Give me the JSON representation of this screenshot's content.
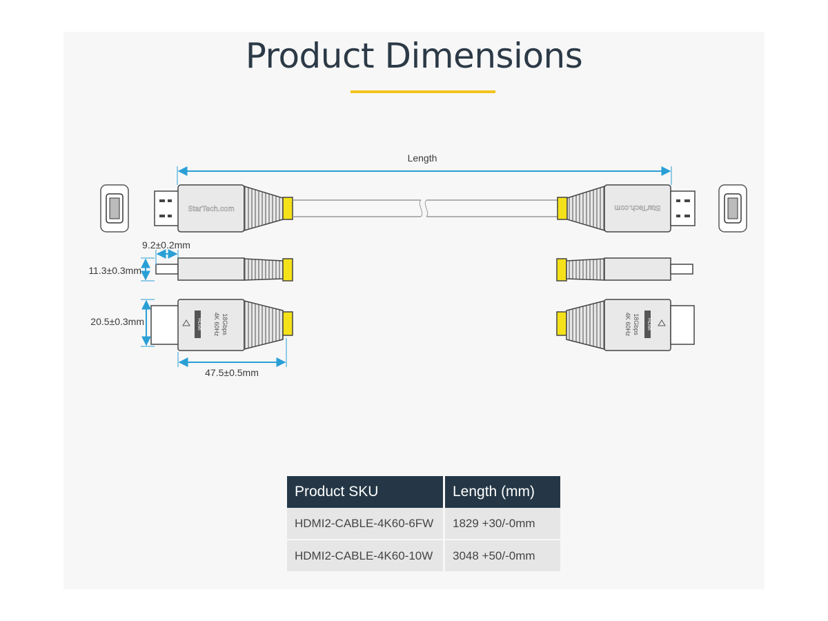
{
  "title": "Product Dimensions",
  "colors": {
    "accent": "#f2c31b",
    "dimension_line": "#2a9fd6",
    "connector_tip": "#f5e11a",
    "header_bg": "#253746"
  },
  "diagram": {
    "length_label": "Length",
    "brand": "StarTech.com",
    "cable_print": [
      "4K 60Hz",
      "18Gbps"
    ],
    "hdmi_logo": "HDMI",
    "dimensions": {
      "tip_length": "9.2±0.2mm",
      "thickness": "11.3±0.3mm",
      "width": "20.5±0.3mm",
      "housing_length": "47.5±0.5mm"
    }
  },
  "table": {
    "headers": [
      "Product SKU",
      "Length (mm)"
    ],
    "rows": [
      [
        "HDMI2-CABLE-4K60-6FW",
        "1829 +30/-0mm"
      ],
      [
        "HDMI2-CABLE-4K60-10W",
        "3048 +50/-0mm"
      ]
    ]
  }
}
